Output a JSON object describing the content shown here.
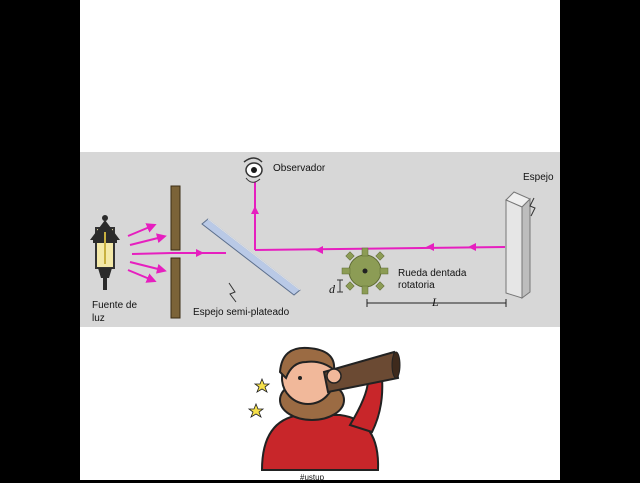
{
  "labels": {
    "observer": "Observador",
    "mirror": "Espejo",
    "light_source_line1": "Fuente de",
    "light_source_line2": "luz",
    "half_mirror": "Espejo semi-plateado",
    "wheel_line1": "Rueda dentada",
    "wheel_line2": "rotatoria",
    "distance": "L",
    "tooth": "d"
  },
  "caption": "#ustup",
  "colors": {
    "background": "#000000",
    "page": "#ffffff",
    "band": "#d7d7d7",
    "beam": "#e61fbf",
    "wheel": "#8c9c55",
    "slit": "#7b6338",
    "glass": "#b9c9e6",
    "lamp_glow": "#f4e9a8",
    "sweater": "#c8262a",
    "telescope": "#6b4a33"
  }
}
